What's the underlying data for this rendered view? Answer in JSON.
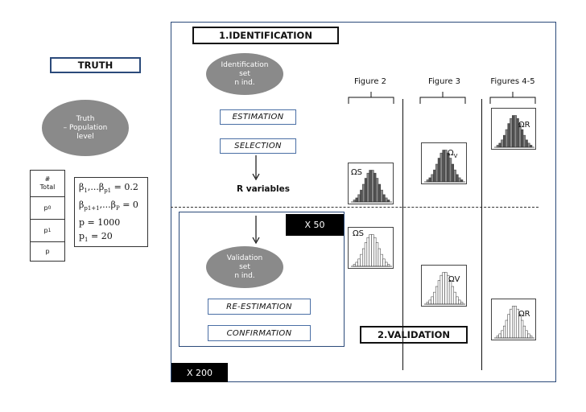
{
  "truth": {
    "title": "TRUTH",
    "ellipse": "Truth\n– Population\nlevel",
    "table_cells": [
      "#\nTotal",
      "p0",
      "p1",
      "p"
    ],
    "params": [
      "β1,...βp1 = 0.2",
      "βp1+1,...βP = 0",
      "p = 1000",
      "p1 = 20"
    ]
  },
  "identification": {
    "title": "1.IDENTIFICATION",
    "ellipse": "Identification\nset\nn ind.",
    "step1": "ESTIMATION",
    "step2": "SELECTION",
    "result": "R variables"
  },
  "validation": {
    "title": "2.VALIDATION",
    "ellipse": "Validation\nset\nn ind.",
    "step1": "RE-ESTIMATION",
    "step2": "CONFIRMATION",
    "repeat_inner": "X 50",
    "repeat_outer": "X 200"
  },
  "figures": {
    "fig2": "Figure 2",
    "fig3": "Figure 3",
    "fig45": "Figures 4-5"
  },
  "histograms": {
    "top_fig2": "ΩS",
    "top_fig3": "Ωv",
    "top_fig45": "ΩR",
    "bot_fig2": "ΩS",
    "bot_fig3": "ΩV",
    "bot_fig45": "ΩR"
  }
}
